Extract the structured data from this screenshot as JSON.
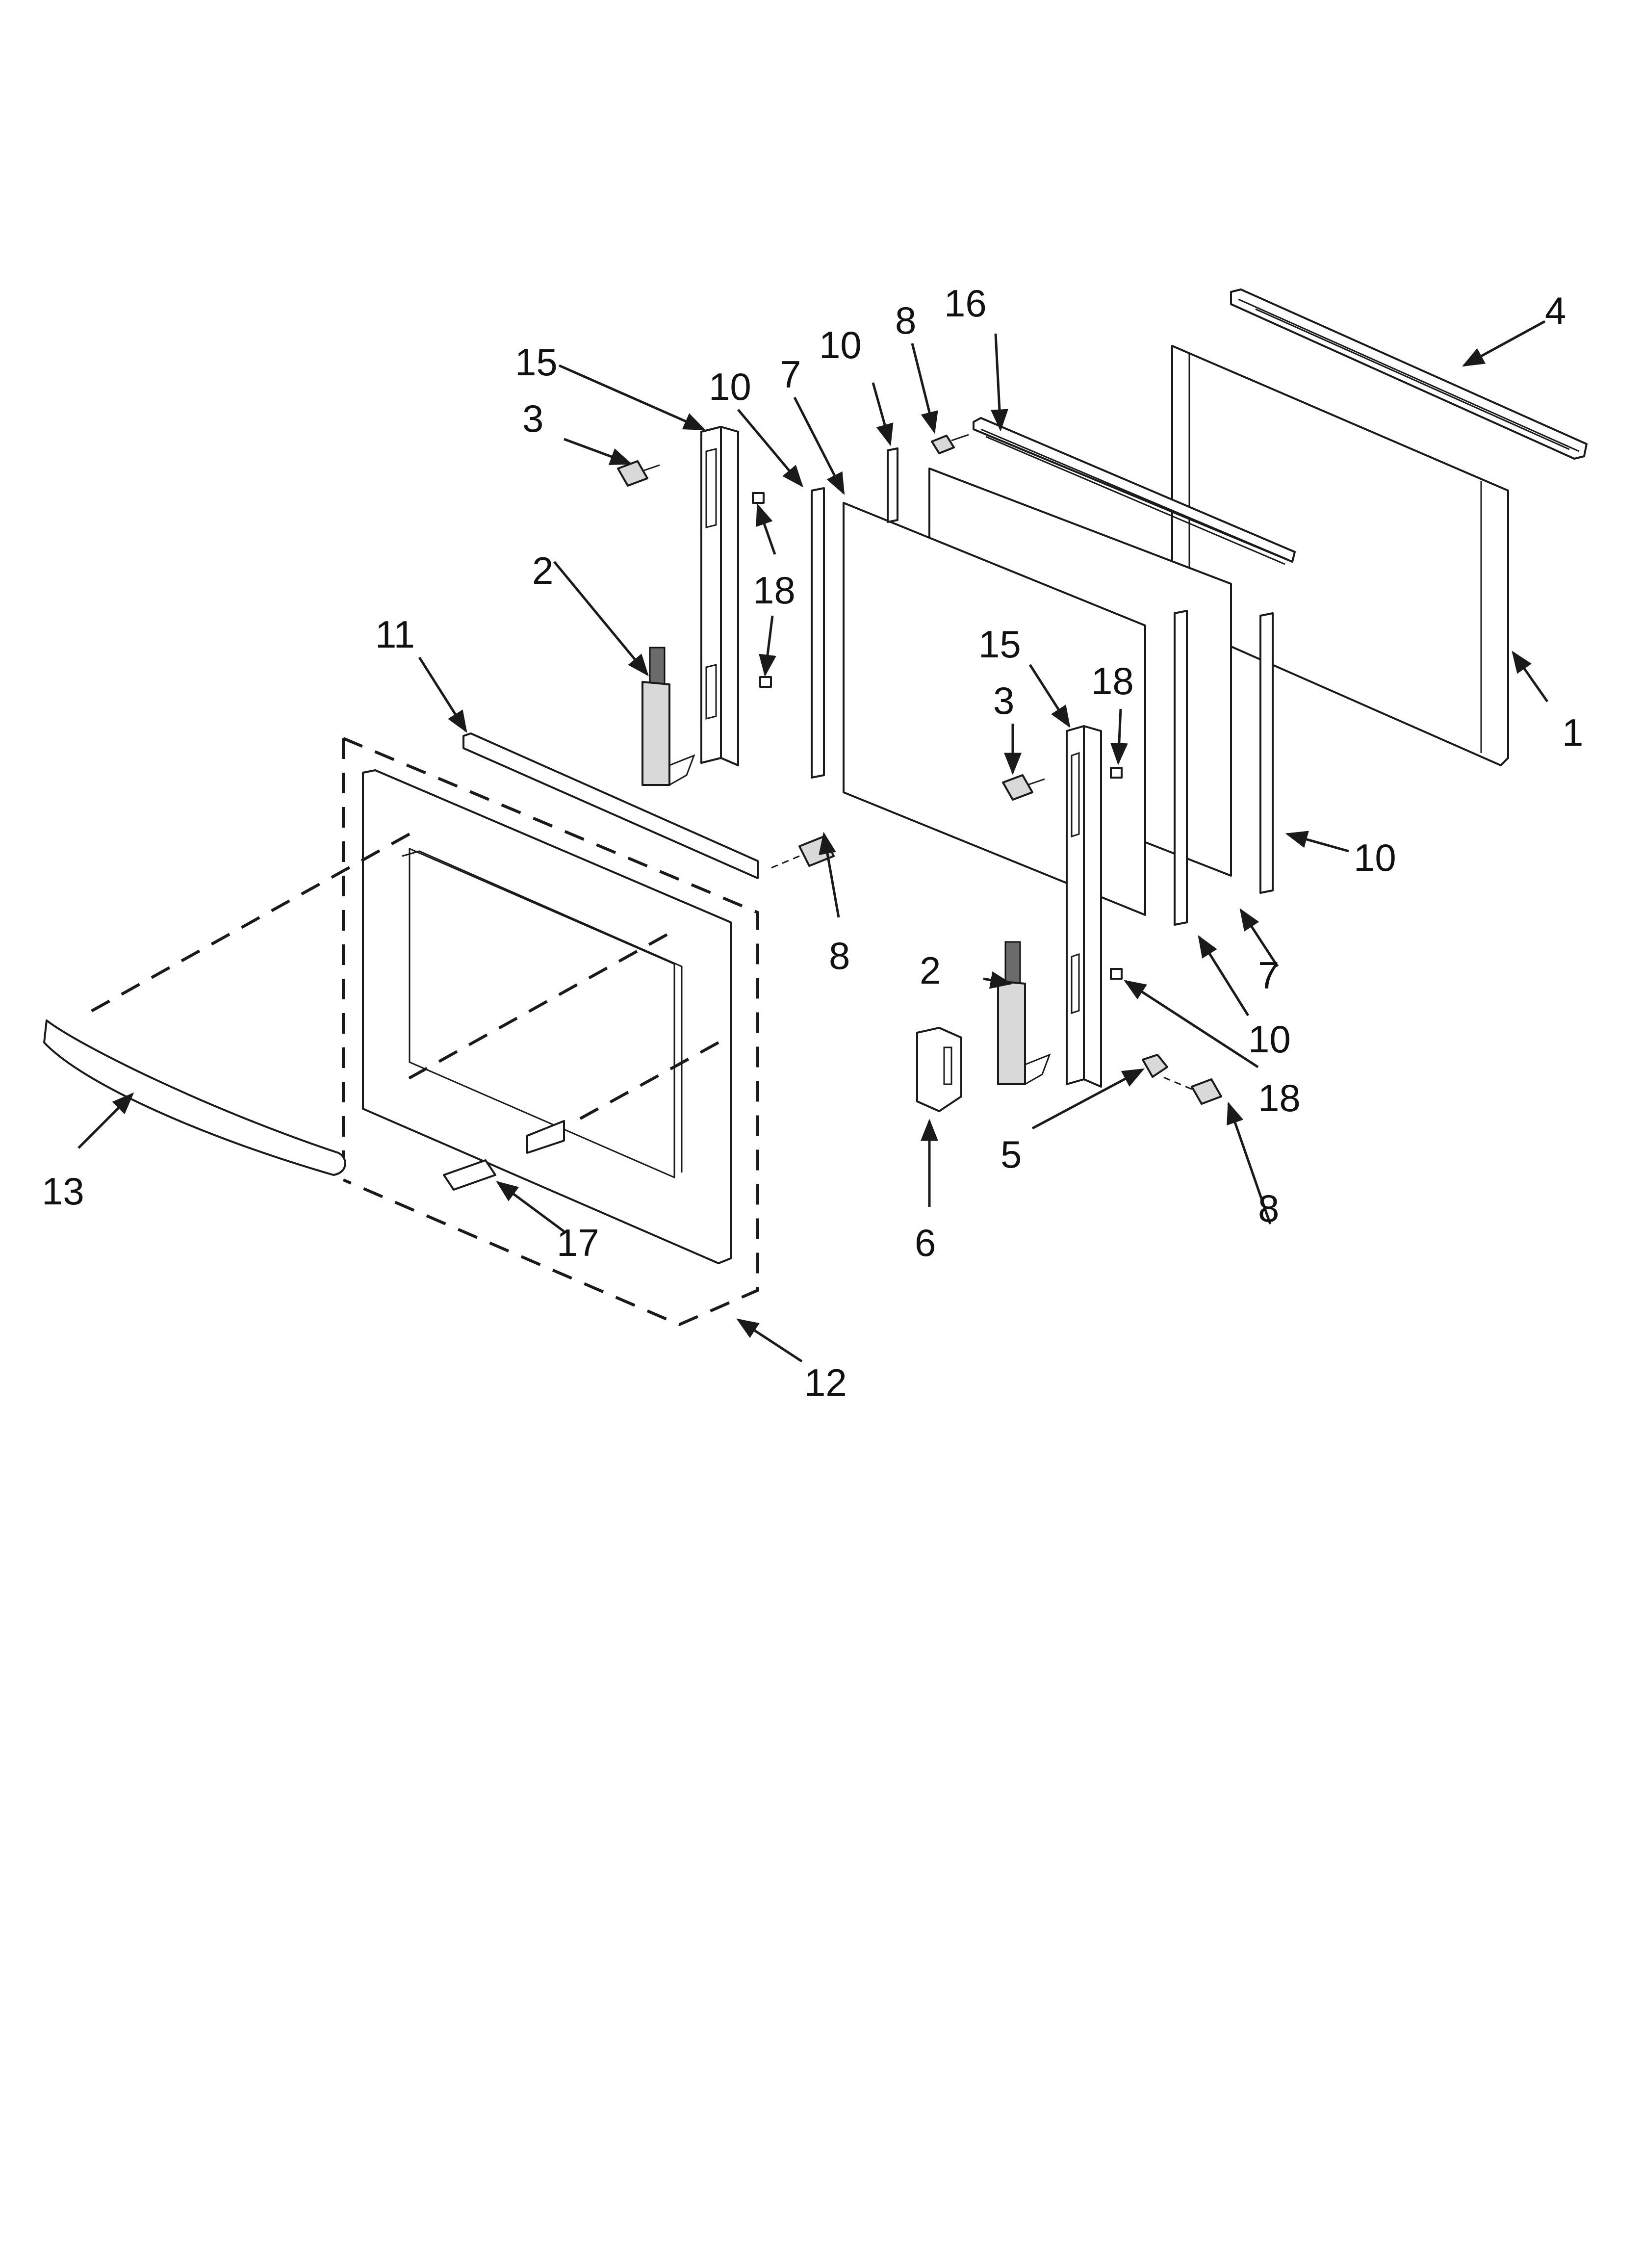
{
  "callouts": [
    {
      "id": "c1",
      "label": "1"
    },
    {
      "id": "c2a",
      "label": "2"
    },
    {
      "id": "c2b",
      "label": "2"
    },
    {
      "id": "c3a",
      "label": "3"
    },
    {
      "id": "c3b",
      "label": "3"
    },
    {
      "id": "c4",
      "label": "4"
    },
    {
      "id": "c5",
      "label": "5"
    },
    {
      "id": "c6",
      "label": "6"
    },
    {
      "id": "c7a",
      "label": "7"
    },
    {
      "id": "c7b",
      "label": "7"
    },
    {
      "id": "c8a",
      "label": "8"
    },
    {
      "id": "c8b",
      "label": "8"
    },
    {
      "id": "c8c",
      "label": "8"
    },
    {
      "id": "c10a",
      "label": "10"
    },
    {
      "id": "c10b",
      "label": "10"
    },
    {
      "id": "c10c",
      "label": "10"
    },
    {
      "id": "c10d",
      "label": "10"
    },
    {
      "id": "c11",
      "label": "11"
    },
    {
      "id": "c12",
      "label": "12"
    },
    {
      "id": "c13",
      "label": "13"
    },
    {
      "id": "c15a",
      "label": "15"
    },
    {
      "id": "c15b",
      "label": "15"
    },
    {
      "id": "c16",
      "label": "16"
    },
    {
      "id": "c17",
      "label": "17"
    },
    {
      "id": "c18a",
      "label": "18"
    },
    {
      "id": "c18b",
      "label": "18"
    },
    {
      "id": "c18c",
      "label": "18"
    }
  ]
}
